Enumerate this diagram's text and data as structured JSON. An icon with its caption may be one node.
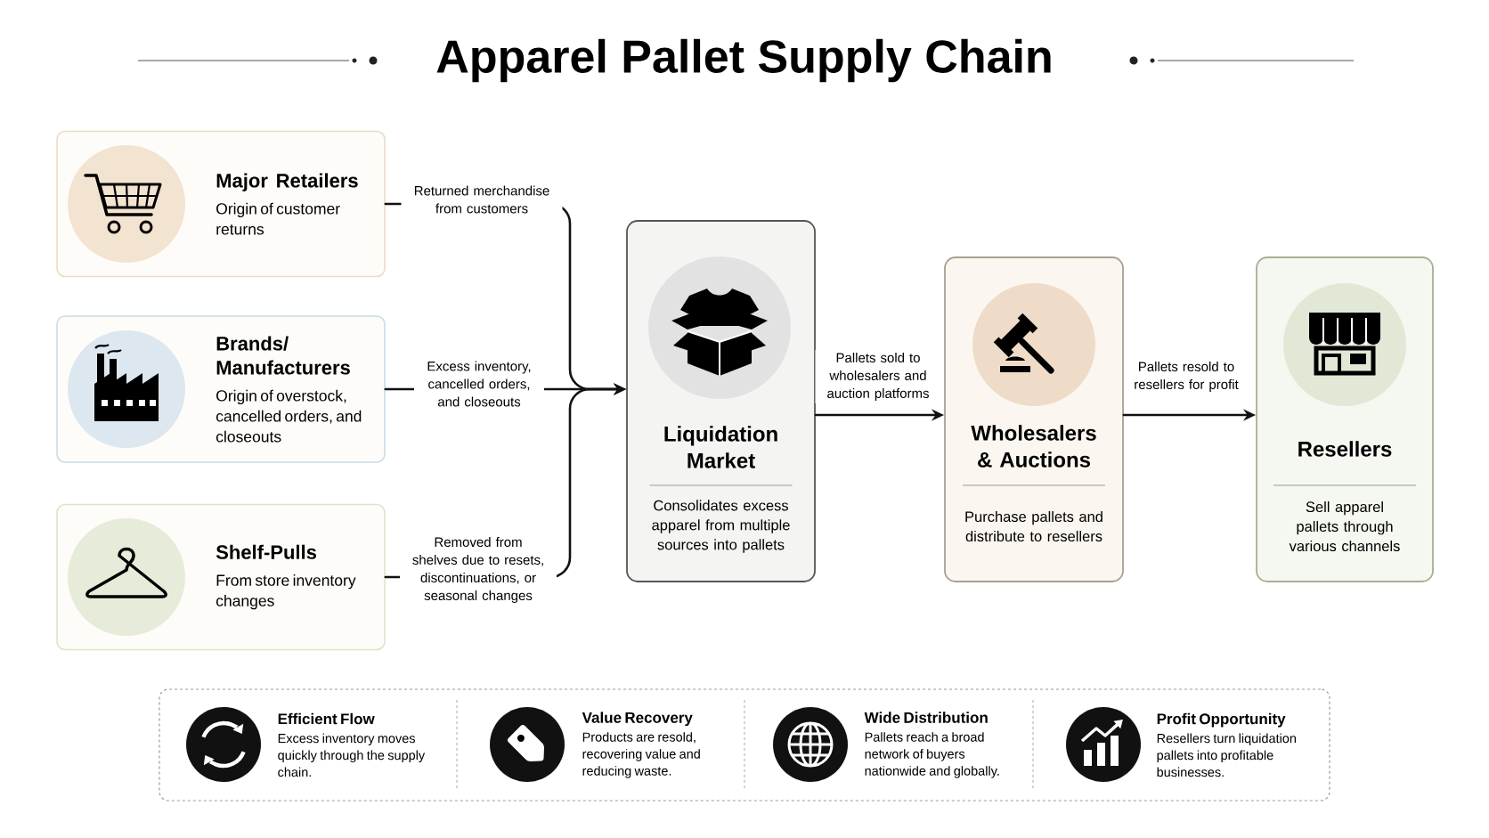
{
  "diagram": {
    "title": "Apparel Pallet Supply Chain",
    "nodes": [
      {
        "text": [
          "Major Retailers",
          "Origin of customer returns"
        ]
      },
      {
        "text": [
          "Brands/ Manufacturers",
          "Origin of overstock, cancelled orders, and closeouts"
        ]
      },
      {
        "text": [
          "Shelf-Pulls",
          "From store inventory changes"
        ]
      },
      {
        "text": [
          "Liquidation Market",
          "Consolidates excess apparel from multiple sources into pallets"
        ]
      },
      {
        "text": [
          "Wholesalers & Auctions",
          "Purchase pallets and distribute to resellers"
        ]
      },
      {
        "text": [
          "Resellers",
          "Sell apparel pallets through various channels"
        ]
      },
      {
        "text": [],
        "shape": "box"
      },
      {
        "text": [
          "Efficient Flow",
          "Excess inventory moves quickly through the supply chain."
        ],
        "in": 6
      },
      {
        "text": [
          "Value Recovery",
          "Products are resold, recovering value and reducing waste."
        ],
        "in": 6
      },
      {
        "text": [
          "Wide Distribution",
          "Pallets reach a broad network of buyers nationwide and globally."
        ],
        "in": 6
      },
      {
        "text": [
          "Profit Opportunity",
          "Resellers turn liquidation pallets into profitable businesses."
        ],
        "in": 6
      }
    ],
    "edges": [
      {
        "from": 0,
        "to": 3,
        "arrow": "to",
        "label": "Returned merchandise from customers"
      },
      {
        "from": 1,
        "to": 3,
        "arrow": "to",
        "label": "Excess inventory, cancelled orders, and closeouts"
      },
      {
        "from": 2,
        "to": 3,
        "arrow": "to",
        "label": "Removed from shelves due to resets, discontinuations, or seasonal changes"
      },
      {
        "from": 3,
        "to": 4,
        "arrow": "to",
        "label": "Pallets sold to wholesalers and auction platforms"
      },
      {
        "from": 4,
        "to": 5,
        "arrow": "to",
        "label": "Pallets resold to resellers for profit"
      }
    ]
  }
}
